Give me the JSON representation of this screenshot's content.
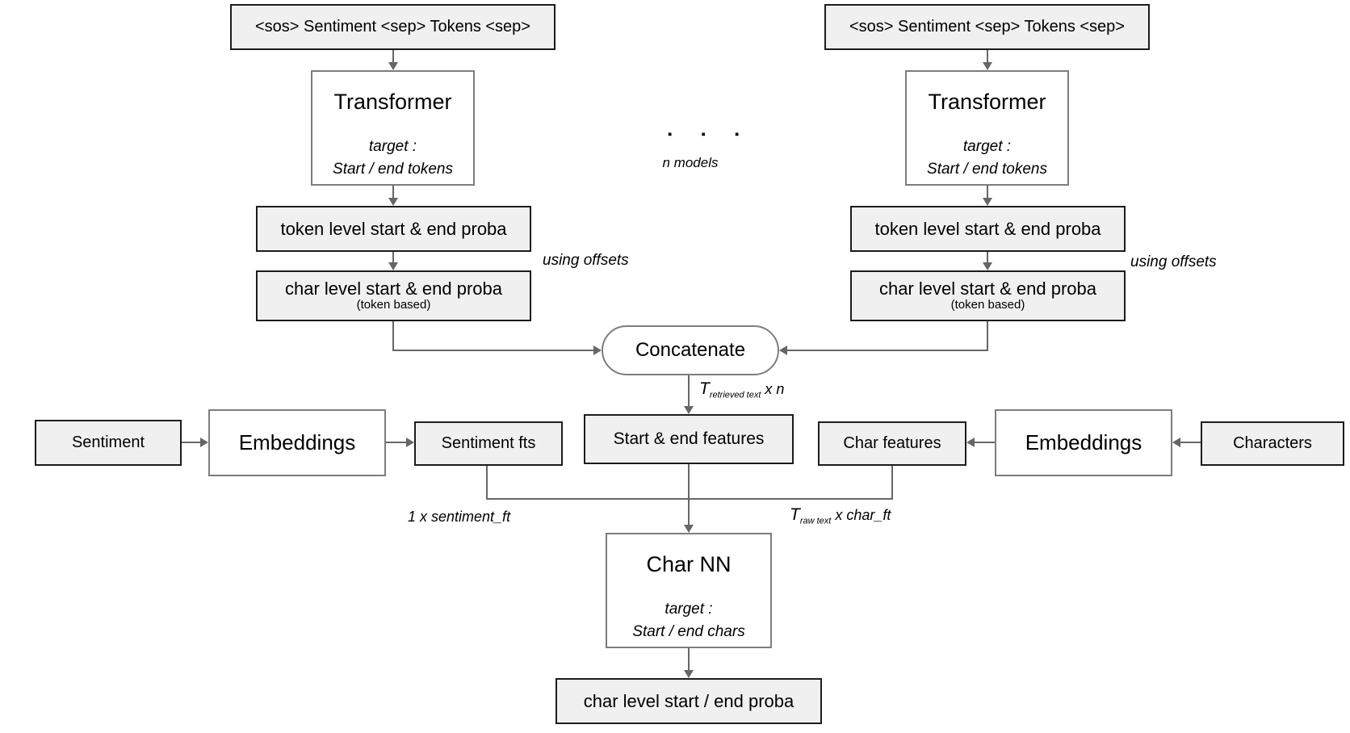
{
  "diagram": {
    "left_branch": {
      "input": "<sos> Sentiment <sep> Tokens <sep>",
      "transformer_title": "Transformer",
      "transformer_target_label": "target :",
      "transformer_target_value": "Start / end tokens",
      "token_proba": "token level start & end proba",
      "char_proba": "char level start & end proba",
      "char_proba_note": "(token based)",
      "offsets_note": "using offsets"
    },
    "right_branch": {
      "input": "<sos> Sentiment <sep> Tokens <sep>",
      "transformer_title": "Transformer",
      "transformer_target_label": "target :",
      "transformer_target_value": "Start / end tokens",
      "token_proba": "token level start & end proba",
      "char_proba": "char level start & end proba",
      "char_proba_note": "(token based)",
      "offsets_note": "using offsets"
    },
    "ellipsis": {
      "dots": "▪ ▪ ▪",
      "label": "n models"
    },
    "concatenate": "Concatenate",
    "concat_out_dim": {
      "t": "T",
      "sub": "retrieved text",
      "suffix": " x n"
    },
    "features_row": {
      "sentiment": "Sentiment",
      "embeddings_left": "Embeddings",
      "sentiment_fts": "Sentiment fts",
      "start_end_features": "Start & end features",
      "char_features": "Char features",
      "embeddings_right": "Embeddings",
      "characters": "Characters"
    },
    "merge_labels": {
      "sentiment_dim": "1 x sentiment_ft",
      "char_dim": {
        "t": "T",
        "sub": "raw text",
        "suffix": " x char_ft"
      }
    },
    "char_nn": {
      "title": "Char NN",
      "target_label": "target :",
      "target_value": "Start / end chars"
    },
    "output": "char level start / end proba"
  },
  "colors": {
    "gray_box_fill": "#f0f0f0",
    "gray_box_border": "#1c1c1c",
    "white_box_border": "#7d7d7d",
    "line": "#666666",
    "background": "#ffffff"
  }
}
